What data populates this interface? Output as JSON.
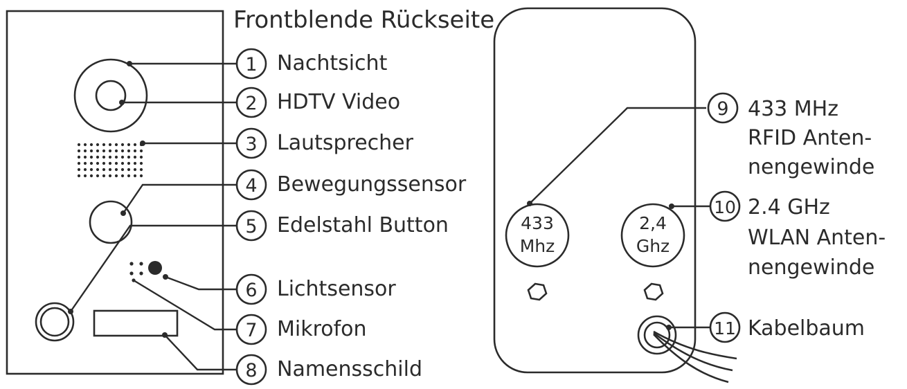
{
  "title": "Frontblende Rückseite",
  "front_callouts": [
    {
      "num": "1",
      "label": "Nachtsicht"
    },
    {
      "num": "2",
      "label": "HDTV Video"
    },
    {
      "num": "3",
      "label": "Lautsprecher"
    },
    {
      "num": "4",
      "label": "Bewegungssensor"
    },
    {
      "num": "5",
      "label": "Edelstahl Button"
    },
    {
      "num": "6",
      "label": "Lichtsensor"
    },
    {
      "num": "7",
      "label": "Mikrofon"
    },
    {
      "num": "8",
      "label": "Namensschild"
    }
  ],
  "back_callouts": [
    {
      "num": "9",
      "lines": [
        "433 MHz",
        "RFID Anten-",
        "nengewinde"
      ]
    },
    {
      "num": "10",
      "lines": [
        "2.4 GHz",
        "WLAN Anten-",
        "nengewinde"
      ]
    },
    {
      "num": "11",
      "lines": [
        "Kabelbaum"
      ]
    }
  ],
  "antennas": [
    {
      "lines": [
        "433",
        "Mhz"
      ]
    },
    {
      "lines": [
        "2,4",
        "Ghz"
      ]
    }
  ]
}
